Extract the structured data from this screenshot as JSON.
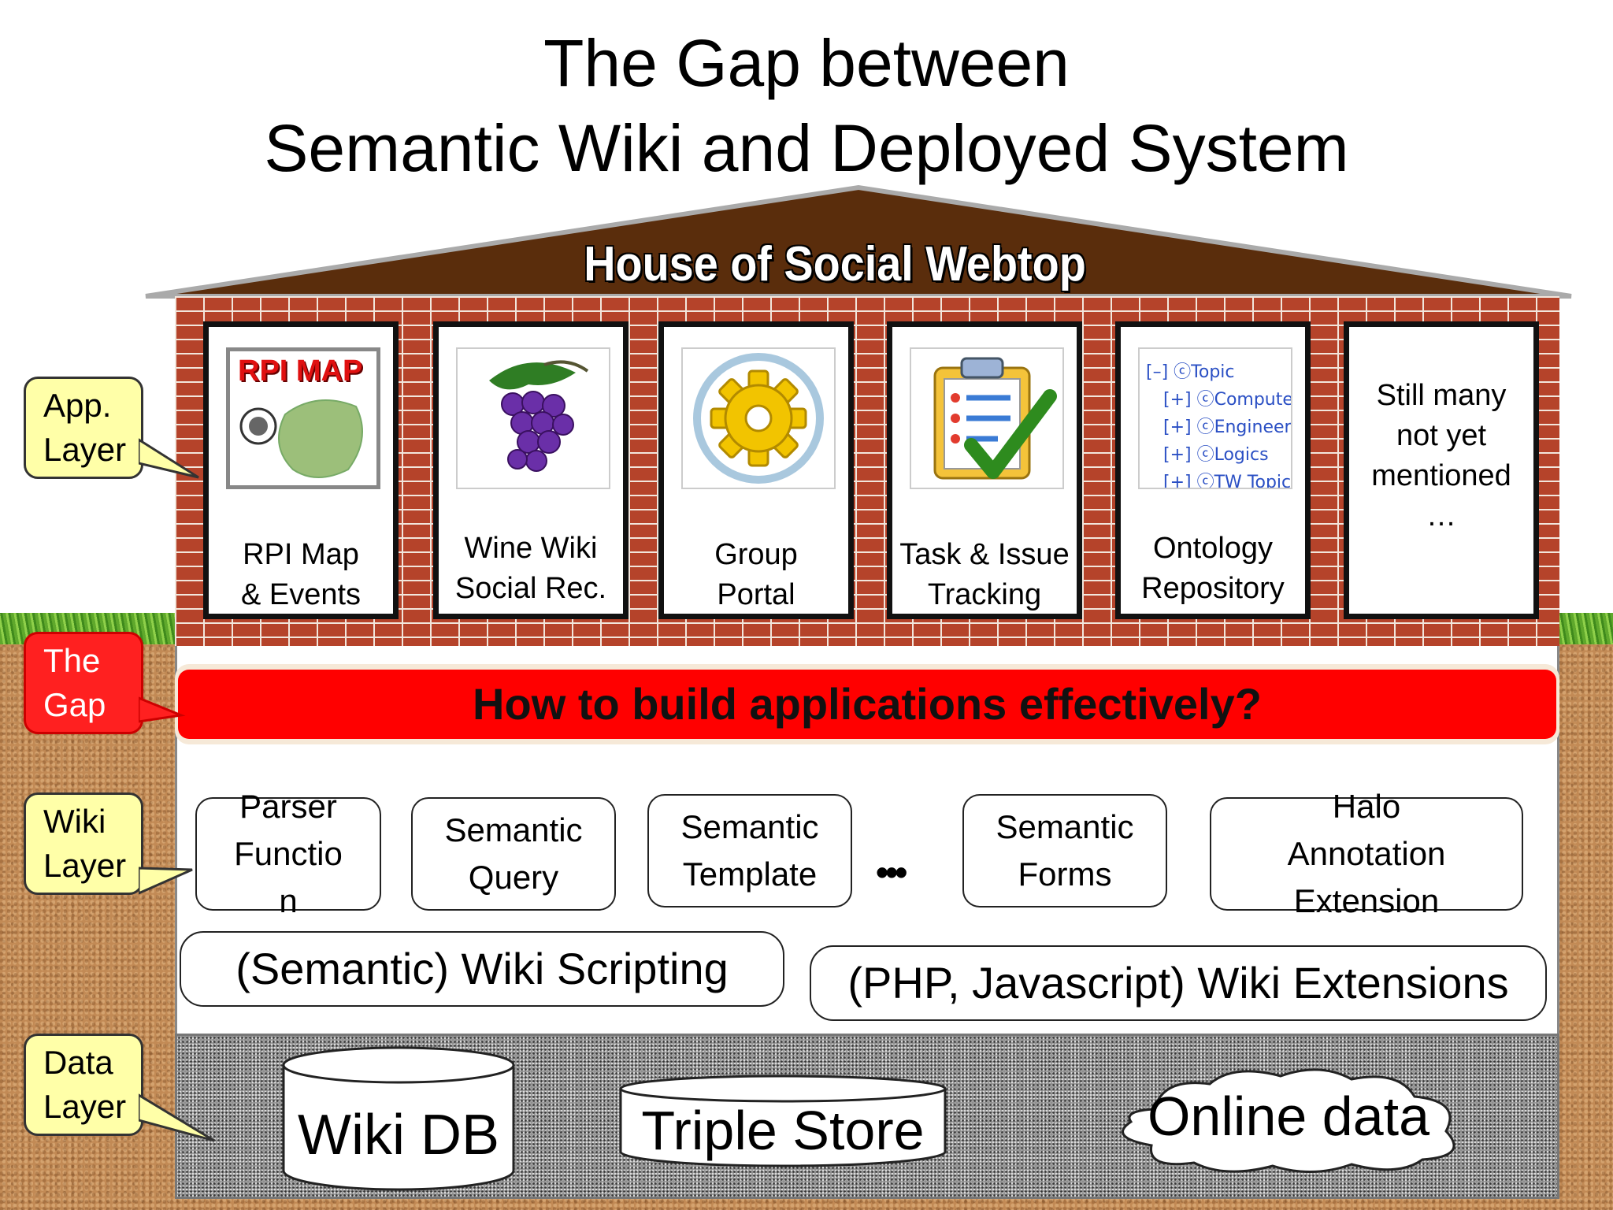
{
  "title": {
    "line1": "The Gap between",
    "line2": "Semantic Wiki and Deployed System"
  },
  "house": {
    "roof_label": "House of Social Webtop"
  },
  "callouts": {
    "app": "App.\nLayer",
    "gap": "The\nGap",
    "wiki": "Wiki\nLayer",
    "data": "Data\nLayer"
  },
  "apps": [
    {
      "label": "RPI Map\n& Events",
      "thumb_text": "RPI MAP"
    },
    {
      "label": "Wine Wiki\nSocial Rec."
    },
    {
      "label": "Group\nPortal"
    },
    {
      "label": "Task & Issue\nTracking"
    },
    {
      "label": "Ontology\nRepository",
      "tree": [
        "[–] ⓒTopic",
        "[+] ⓒComputer",
        "[+] ⓒEngineerin",
        "[+] ⓒLogics",
        "[+] ⓒTW Topic"
      ]
    },
    {
      "label": "Still many\nnot yet\nmentioned\n…"
    }
  ],
  "gap_question": "How to build applications effectively?",
  "wiki_components": {
    "parser_function": "Parser\nFunctio\nn",
    "semantic_query": "Semantic\nQuery",
    "semantic_template": "Semantic\nTemplate",
    "ellipsis": "•••",
    "semantic_forms": "Semantic\nForms",
    "halo": "Halo\nAnnotation\nExtension",
    "scripting": "(Semantic) Wiki Scripting",
    "extensions": "(PHP, Javascript) Wiki Extensions"
  },
  "data_stores": {
    "wiki_db": "Wiki DB",
    "triple_store": "Triple Store",
    "online_data": "Online data"
  },
  "colors": {
    "roof": "#5a2d0c",
    "brick": "#b5432a",
    "gap_red": "#ff0000",
    "callout_yellow": "#ffffa8",
    "soil": "#c28a55"
  }
}
